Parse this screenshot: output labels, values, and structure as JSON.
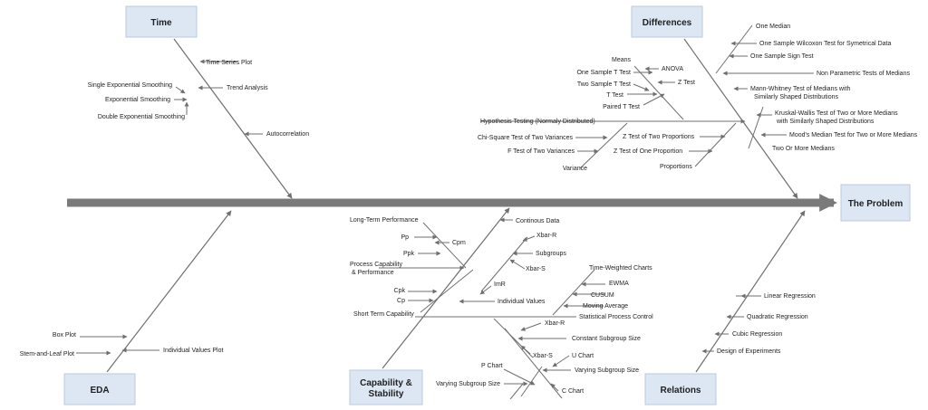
{
  "problem": "The Problem",
  "categories": {
    "time": "Time",
    "differences": "Differences",
    "eda": "EDA",
    "capability": [
      "Capability &",
      "Stability"
    ],
    "relations": "Relations"
  },
  "time": {
    "time_series_plot": "Time Series Plot",
    "trend_analysis": "Trend Analysis",
    "single_exp": "Single Exponential Smoothing",
    "exp": "Exponential Smoothing",
    "double_exp": "Double Exponential Smoothing",
    "autocorrelation": "Autocorrelation"
  },
  "differences": {
    "one_median": "One Median",
    "wilcoxon": "One Sample Wilcoxon Test for Symetrical Data",
    "sign_test": "One Sample Sign Test",
    "nonparam": "Non Parametric Tests of Medians",
    "mann_whitney": [
      "Mann-Whitney Test of Medians with",
      "Similarly Shaped Distributions"
    ],
    "kruskal": [
      "Kruskal-Wallis Test of Two or More Medians",
      "with Similarly Shaped Distributions"
    ],
    "moods": "Mood's Median Test for Two or More Medians",
    "two_or_more": "Two Or More Medians",
    "means": "Means",
    "anova": "ANOVA",
    "one_sample_t": "One Sample T Test",
    "two_sample_t": "Two Sample T Test",
    "z_test": "Z Test",
    "t_test": "T Test",
    "paired_t": "Paired T Test",
    "hypothesis": "Hypothesis Testing (Normaly Distributed)",
    "chi_square": "Chi-Square Test of Two Variances",
    "f_test": "F Test of Two Variances",
    "variance": "Variance",
    "z_two_prop": "Z Test of Two Proportions",
    "z_one_prop": "Z Test of One Proportion",
    "proportions": "Proportions"
  },
  "eda": {
    "box_plot": "Box Plot",
    "stem_leaf": "Stem-and-Leaf Plot",
    "individual_plot": "Individual Values Plot"
  },
  "capability": {
    "long_term": "Long-Term Performance",
    "pp": "Pp",
    "ppk": "Ppk",
    "cpm": "Cpm",
    "proc_cap": [
      "Process Capability",
      "& Performance"
    ],
    "cpk": "Cpk",
    "cp": "Cp",
    "short_term": "Short Term Capability",
    "continous": "Continous Data",
    "xbar_r": "Xbar-R",
    "subgroups": "Subgroups",
    "xbar_s": "Xbar-S",
    "imr": "ImR",
    "individual_values": "Individual Values",
    "time_weighted": "Time-Weighted Charts",
    "ewma": "EWMA",
    "cusum": "CUSUM",
    "moving_avg": "Moving Average",
    "spc": "Statistical Process Control",
    "xbar_r2": "Xbar-R",
    "constant_subgroup": "Constant Subgroup Size",
    "xbar_s2": "Xbar-S",
    "u_chart": "U Chart",
    "p_chart": "P Chart",
    "varying_subgroup_r": "Varying Subgroup Size",
    "varying_subgroup_l": "Varying Subgroup Size",
    "c_chart": "C Chart"
  },
  "relations": {
    "linear": "Linear Regression",
    "quadratic": "Quadratic Regression",
    "cubic": "Cubic Regression",
    "doe": "Design of Experiments"
  }
}
